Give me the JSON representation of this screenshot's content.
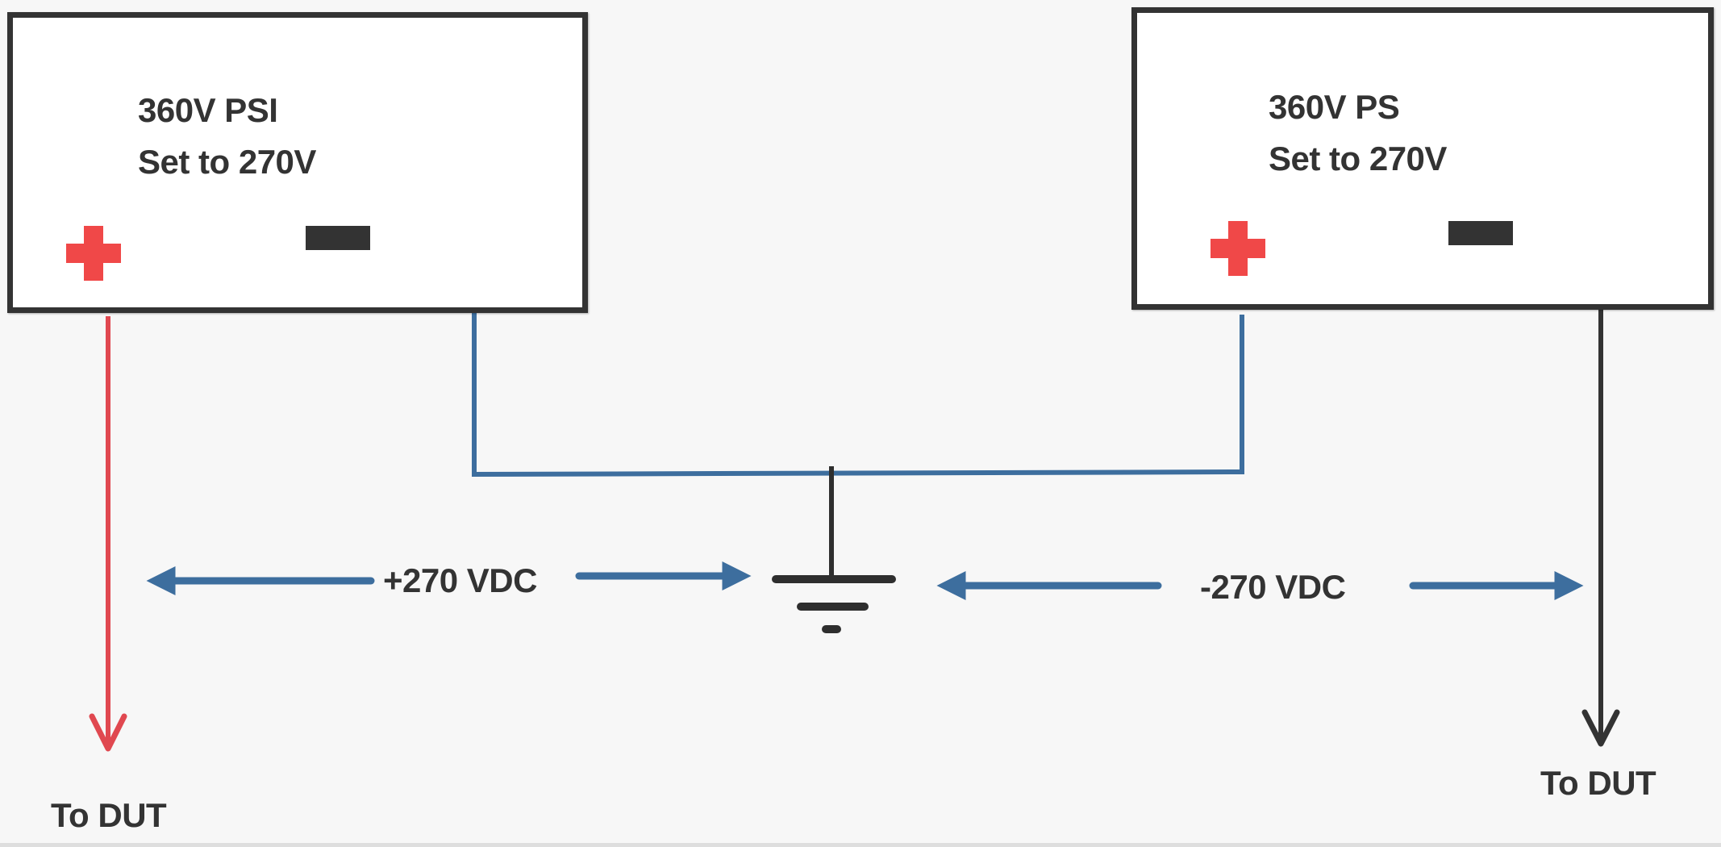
{
  "supplies": [
    {
      "name": "360V PSI",
      "setting": "Set to 270V",
      "positive_terminal": "plus-icon",
      "negative_terminal": "minus-icon"
    },
    {
      "name": "360V PS",
      "setting": "Set to 270V",
      "positive_terminal": "plus-icon",
      "negative_terminal": "minus-icon"
    }
  ],
  "voltages": {
    "positive": "+270 VDC",
    "negative": "-270 VDC"
  },
  "outputs": {
    "left": "To DUT",
    "right": "To DUT"
  },
  "colors": {
    "positive_wire": "#e04850",
    "common_wire": "#3d6e9e",
    "negative_wire": "#333333",
    "terminal_plus": "#f04848",
    "terminal_minus": "#333333"
  }
}
